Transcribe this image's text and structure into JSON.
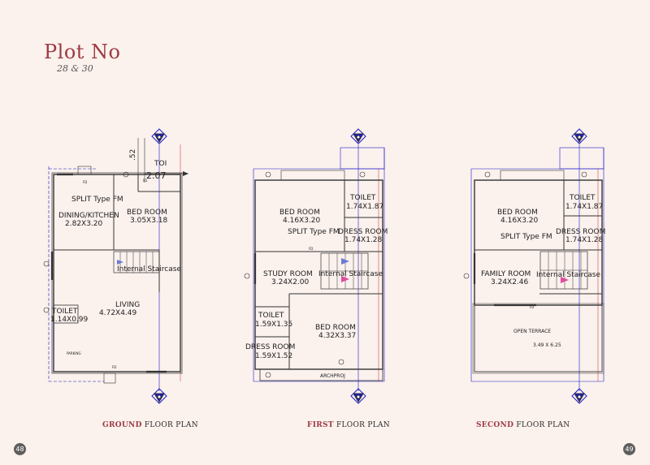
{
  "header": {
    "title": "Plot No",
    "subtitle": "28 & 30"
  },
  "colors": {
    "accent": "#9c3b42",
    "background": "#fbf1ed",
    "wall": "#333333",
    "cad_blue": "#1a1acc",
    "cad_red": "#d24a4a",
    "arrow_blue": "#6b7cd6",
    "arrow_pink": "#e04aa0"
  },
  "ground": {
    "caption_bold": "GROUND",
    "caption_rest": " FLOOR PLAN",
    "rooms": {
      "split": "SPLIT Type FM",
      "dining": "DINING/KITCHEN",
      "dining_dim": "2.82X3.20",
      "bed": "BED ROOM",
      "bed_dim": "3.05X3.18",
      "toi": "TOI",
      "toi_dim_h": ".52",
      "toi_dim_w": "2.07",
      "staircase": "Internal Staircase",
      "living": "LIVING",
      "living_dim": "4.72X4.49",
      "toilet": "TOILET",
      "toilet_dim": "1.14X0.99",
      "parking": "PARKING",
      "fd1": "FD",
      "fd2": "FD",
      "d1": "D1"
    }
  },
  "first": {
    "caption_bold": "FIRST",
    "caption_rest": " FLOOR PLAN",
    "rooms": {
      "bed1": "BED ROOM",
      "bed1_dim": "4.16X3.20",
      "toilet": "TOILET",
      "toilet_dim": "1.74X1.87",
      "split": "SPLIT Type FM",
      "dress": "DRESS ROOM",
      "dress_dim": "1.74X1.28",
      "study": "STUDY ROOM",
      "study_dim": "3.24X2.00",
      "staircase": "Internal Staircase",
      "toilet2": "TOILET",
      "toilet2_dim": "1.59X1.35",
      "bed2": "BED ROOM",
      "bed2_dim": "4.32X3.37",
      "dress2": "DRESS ROOM",
      "dress2_dim": "1.59X1.52",
      "brand": "ARCHPROJ",
      "fd": "FD"
    }
  },
  "second": {
    "caption_bold": "SECOND",
    "caption_rest": " FLOOR PLAN",
    "rooms": {
      "bed": "BED ROOM",
      "bed_dim": "4.16X3.20",
      "toilet": "TOILET",
      "toilet_dim": "1.74X1.87",
      "split": "SPLIT Type FM",
      "dress": "DRESS ROOM",
      "dress_dim": "1.74X1.28",
      "family": "FAMILY ROOM",
      "family_dim": "3.24X2.46",
      "staircase": "Internal Staircase",
      "terrace": "OPEN TERRACE",
      "terrace_dim": "3.49 X 6.25",
      "fd": "FD"
    }
  },
  "pages": {
    "left": "48",
    "right": "49"
  }
}
